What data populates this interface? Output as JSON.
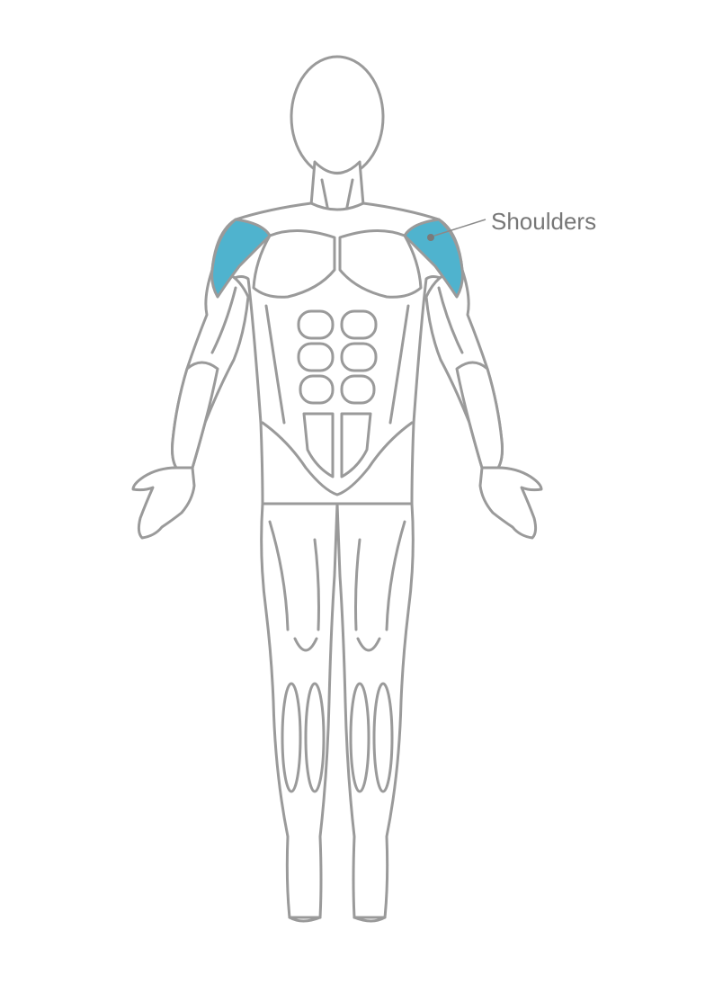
{
  "label": {
    "text": "Shoulders"
  },
  "colors": {
    "highlight": "#4fb3ce",
    "outline": "#9a9a9a",
    "label_text": "#777777",
    "background": "#ffffff"
  },
  "highlighted_muscles": [
    "left-shoulder",
    "right-shoulder"
  ]
}
